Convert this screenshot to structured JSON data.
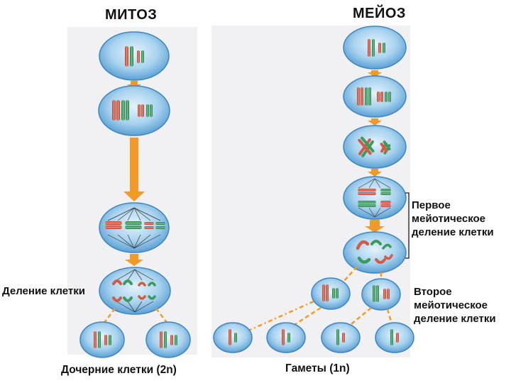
{
  "mitosis": {
    "title": "МИТОЗ",
    "division_label": "Деление клетки",
    "daughter_label": "Дочерние клетки (2n)"
  },
  "meiosis": {
    "title": "МЕЙОЗ",
    "first_division": [
      "Первое",
      "мейотическое",
      "деление клетки"
    ],
    "second_division": [
      "Второе",
      "мейотическое",
      "деление клетки"
    ],
    "gametes_label": "Гаметы (1n)"
  },
  "colors": {
    "cell_fill": "#5fa8dc",
    "cell_highlight": "#dff0fb",
    "arrow": "#f39a26",
    "chromosome_red": "#d55a45",
    "chromosome_green": "#3c9a5c",
    "panel": "#f1f1f3"
  }
}
